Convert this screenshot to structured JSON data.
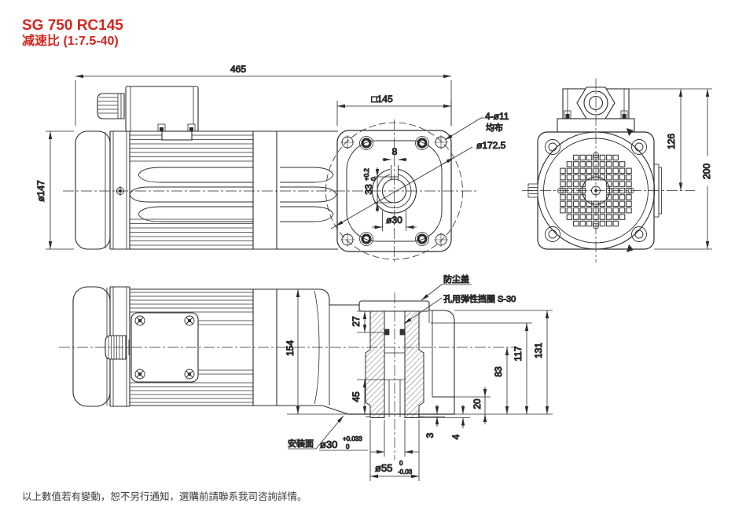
{
  "title": {
    "model": "SG 750 RC145",
    "ratio": "减速比 (1:7.5-40)"
  },
  "colors": {
    "title_red": "#d2261f",
    "line": "#2b2b2b"
  },
  "side_view": {
    "length": "465",
    "diameter": "ø147",
    "flange_square": "□145",
    "flange_holes": "4-ø11",
    "holes_note": "均布",
    "bolt_circle": "ø172.5",
    "keyway_width": "8",
    "keyway_height": "33",
    "keyway_tol_up": "+0.2",
    "keyway_tol_low": "0",
    "bore": "ø30"
  },
  "rear_view": {
    "box_to_center": "126",
    "overall_height": "200"
  },
  "section_view": {
    "case_width": "154",
    "depth_27": "27",
    "depth_45": "45",
    "gap_3": "3",
    "gap_4": "4",
    "step_20": "20",
    "center_to_face": "83",
    "h_117": "117",
    "h_131": "131",
    "bore_fit": "ø30",
    "bore_fit_up": "+0.033",
    "bore_fit_low": "0",
    "spigot": "ø55",
    "spigot_up": "0",
    "spigot_low": "-0.03",
    "dust_cover": "防尘盖",
    "circlip": "孔用弹性挡圈 S-30",
    "mounting_face": "安装面"
  },
  "footer": {
    "note": "以上數值若有變動，恕不另行通知，選購前請聯系我司咨詢詳情。"
  }
}
